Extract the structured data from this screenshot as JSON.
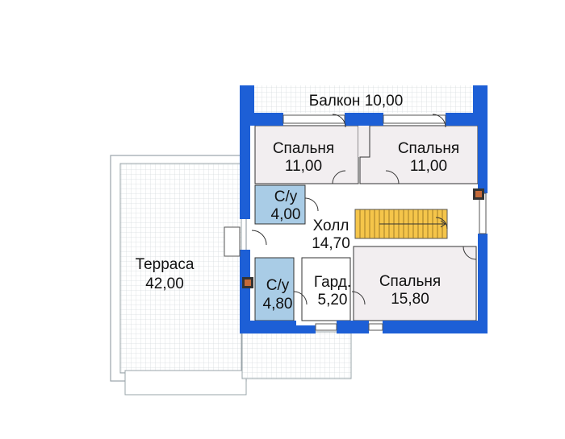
{
  "rooms": {
    "balcony": {
      "name": "Балкон",
      "area": "10,00"
    },
    "bedroom_left": {
      "name": "Спальня",
      "area": "11,00"
    },
    "bedroom_right": {
      "name": "Спальня",
      "area": "11,00"
    },
    "bathroom_top": {
      "name": "С/у",
      "area": "4,00"
    },
    "hall": {
      "name": "Холл",
      "area": "14,70"
    },
    "bathroom_bottom": {
      "name": "С/у",
      "area": "4,80"
    },
    "wardrobe": {
      "name": "Гард.",
      "area": "5,20"
    },
    "bedroom_big": {
      "name": "Спальня",
      "area": "15,80"
    },
    "terrace": {
      "name": "Терраса",
      "area": "42,00"
    }
  },
  "colors": {
    "wall": "#1d5fd6",
    "room_fill": "#f2eef0",
    "wet_room_fill": "#a9cce6",
    "stair_fill": "#f5c54a",
    "terrace_grid": "#d8dde0"
  }
}
